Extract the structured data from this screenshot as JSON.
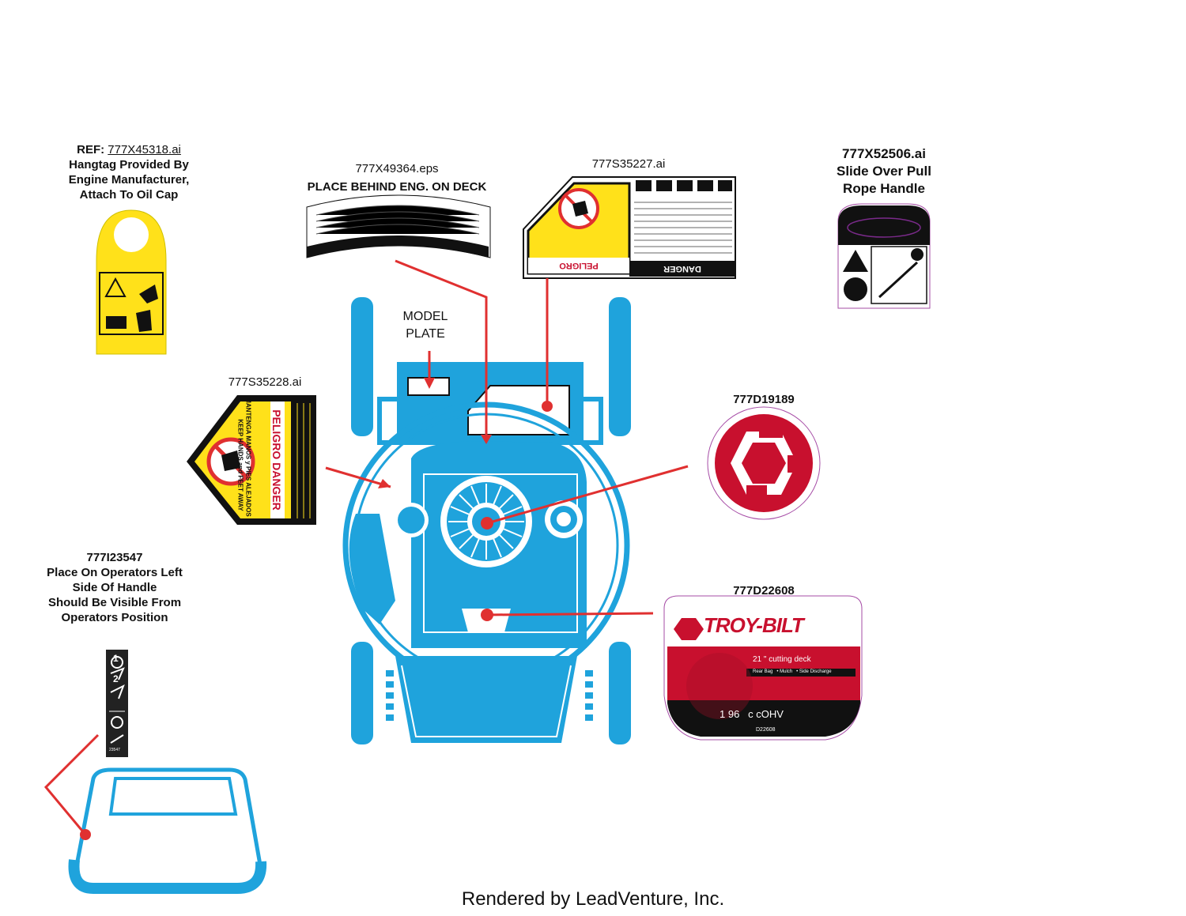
{
  "colors": {
    "blue": "#1fa3dc",
    "red": "#e03030",
    "yellow": "#ffe11a",
    "crimson": "#c8102e",
    "black": "#111111"
  },
  "oil_cap_tag": {
    "ref_label": "REF:",
    "ref_file": "777X45318.ai",
    "line1": "Hangtag Provided By",
    "line2": "Engine Manufacturer,",
    "line3": "Attach To Oil Cap"
  },
  "fuel_label": {
    "file": "777X49364.eps",
    "instruction": "PLACE BEHIND ENG. ON DECK"
  },
  "danger_decal_large": {
    "file": "777S35227.ai",
    "peligro": "PELIGRO",
    "danger": "DANGER"
  },
  "pull_rope_decal": {
    "file": "777X52506.ai",
    "line1": "Slide Over Pull",
    "line2": "Rope Handle"
  },
  "model_plate": {
    "line1": "MODEL",
    "line2": "PLATE"
  },
  "danger_decal_small": {
    "file": "777S35228.ai",
    "title": "PELIGRO DANGER",
    "spanish": "MANTENGA MANOS y PIES ALEJADOS",
    "english": "KEEP HANDS and FEET AWAY"
  },
  "brand_disc": {
    "part": "777D19189"
  },
  "handle_decal": {
    "part": "777I23547",
    "line1": "Place On Operators Left",
    "line2": "Side Of Handle",
    "line3": "Should Be Visible From",
    "line4": "Operators Position",
    "step1": "1",
    "step2": "2",
    "code": "23547"
  },
  "brand_decal": {
    "part": "777D22608",
    "brand": "TROY-BILT",
    "deck": "21 \" cutting deck",
    "modes": "Rear Bag   • Mulch   • Side Discharge",
    "engine": "1 96   c cOHV",
    "code": "D22608"
  },
  "footer": {
    "credit": "Rendered by LeadVenture, Inc."
  }
}
